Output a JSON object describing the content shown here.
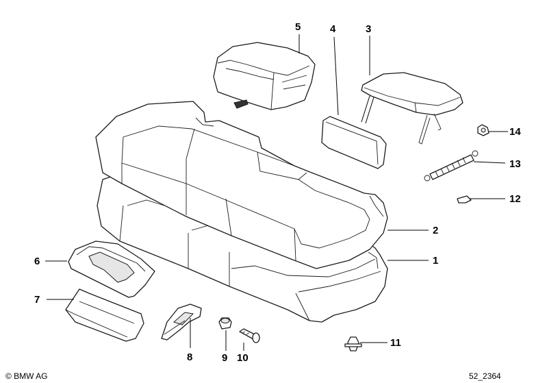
{
  "callouts": {
    "c1": "1",
    "c2": "2",
    "c3": "3",
    "c4": "4",
    "c5": "5",
    "c6": "6",
    "c7": "7",
    "c8": "8",
    "c9": "9",
    "c10": "10",
    "c11": "11",
    "c12": "12",
    "c13": "13",
    "c14": "14"
  },
  "footer": {
    "copyright": "© BMW AG",
    "drawing_number": "52_2364"
  }
}
